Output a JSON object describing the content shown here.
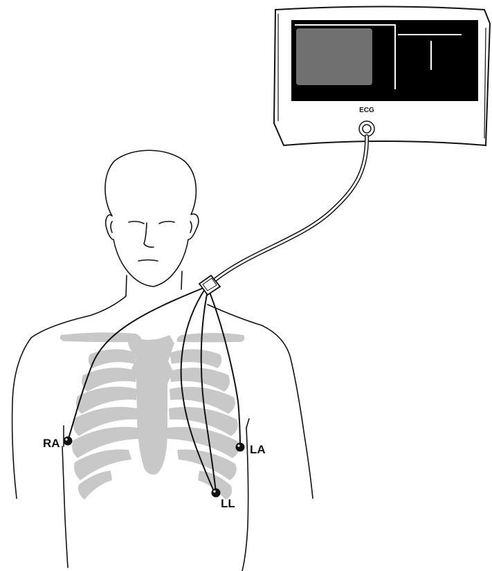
{
  "monitor": {
    "label": "ECG"
  },
  "electrodes": [
    {
      "id": "ra",
      "label": "RA"
    },
    {
      "id": "la",
      "label": "LA"
    },
    {
      "id": "ll",
      "label": "LL"
    }
  ],
  "colors": {
    "outline": "#111111",
    "ribs": "#c8c8c8",
    "screen": "#000000",
    "screen_panel": "#707070",
    "trace": "#ffffff",
    "electrode": "#111111"
  }
}
